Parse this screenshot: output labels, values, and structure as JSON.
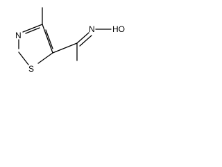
{
  "molecule": {
    "atoms": {
      "n_ring": "N",
      "s_ring": "S",
      "n_oxime": "N",
      "oh": "HO"
    }
  }
}
